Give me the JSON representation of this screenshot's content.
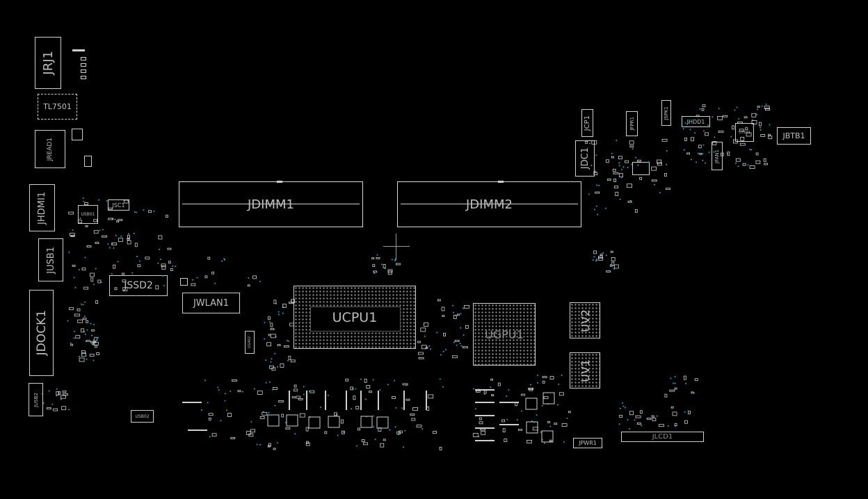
{
  "board": {
    "background": "#000000",
    "outline_color": "#cfcfcf",
    "via_color": "#2aa3c8",
    "connectors": {
      "jrj1": "JRJ1",
      "tl7501": "TL7501",
      "jread1": "JREAD1",
      "jhdmi1": "JHDMI1",
      "jusb1": "JUSB1",
      "jdock1": "JDOCK1",
      "jusb2": "JUSB2",
      "jssd2": "JSSD2",
      "jwlan1": "JWLAN1",
      "jsc1": "JSC1",
      "usb1_chip": "USB01",
      "usb2_chip": "USB02",
      "jdimm1": "JDIMM1",
      "jdimm2": "JDIMM2",
      "ucpu1": "UCPU1",
      "ugpu1": "UGPU1",
      "uv2": "UV2",
      "uv1": "UV1",
      "jcp1": "JCP1",
      "jdc1": "JDC1",
      "jfpr1": "JFPR1",
      "jspk1": "JSPK1",
      "jhdd1": "JHDD1",
      "jfan1": "JFAN1",
      "jbtb1": "JBTB1",
      "u7601": "U7601",
      "jpwr1": "JPWR1",
      "jlcd1": "JLCD1",
      "ug402": "UG402"
    }
  }
}
